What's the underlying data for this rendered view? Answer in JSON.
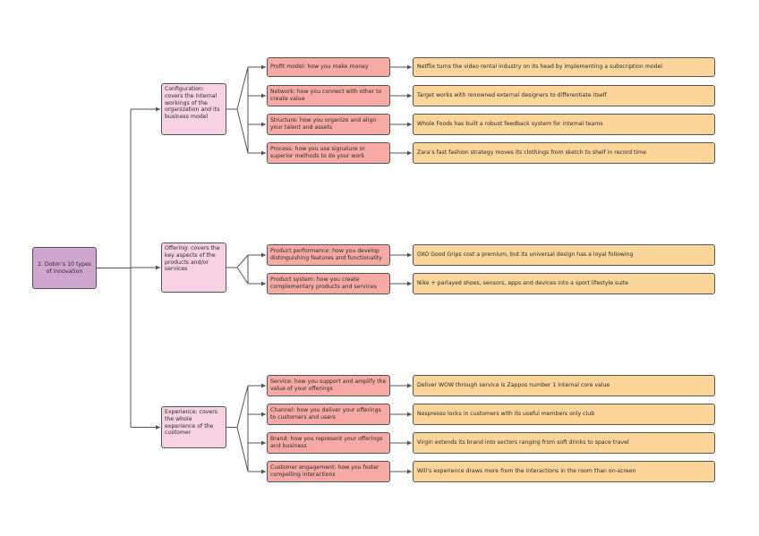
{
  "root": {
    "label": "2. Dobin’s 10 types of innovation"
  },
  "categories": [
    {
      "label": "Configuration: covers the internal workings of the organization and its business model",
      "types": [
        {
          "label": "Profit model: how you make money",
          "example": "Netflix turns the video rental industry on its head by implementing a subscription model"
        },
        {
          "label": "Network: how you connect with other to create value",
          "example": "Target works with renowned external designers to differentiate itself"
        },
        {
          "label": "Structure: how you organize and align your talent and assets",
          "example": "Whole Foods has built a robust feedback system for internal teams"
        },
        {
          "label": "Process: how you use signature or superior methods to do your work",
          "example": "Zara’s fast fashion strategy moves its clothings from sketch to shelf in record time"
        }
      ]
    },
    {
      "label": "Offering: covers the key aspects of the products and/or services",
      "types": [
        {
          "label": "Product performance: how you develop distinguishing features and functionality",
          "example": "OXO Good Grips cost a premium, but its universal design has a loyal following"
        },
        {
          "label": "Product system: how you create complementary products and services",
          "example": "Nike + parlayed shoes, sensors, apps and devices into a sport lifestyle suite"
        }
      ]
    },
    {
      "label": "Experience: covers the whole experience of the customer",
      "types": [
        {
          "label": "Service: how you support and amplify the value of your offerings",
          "example": "Deliver WOW through service is Zappos number 1 internal core value"
        },
        {
          "label": "Channel: how you deliver your offerings to customers and users",
          "example": "Nespresso locks in customers with its useful members only club"
        },
        {
          "label": "Brand: how you represent your offerings and business",
          "example": "Virgin extends its brand into sectors ranging from soft drinks to space travel"
        },
        {
          "label": "Customer engagement: how you foster compelling interactions",
          "example": "Will’s experience draws more from the interactions in the room than on-screen"
        }
      ]
    }
  ],
  "colors": {
    "root": "#cfa6cf",
    "category": "#f7d2e2",
    "type": "#f7aaa3",
    "example": "#fbd59a",
    "connector": "#555555"
  }
}
